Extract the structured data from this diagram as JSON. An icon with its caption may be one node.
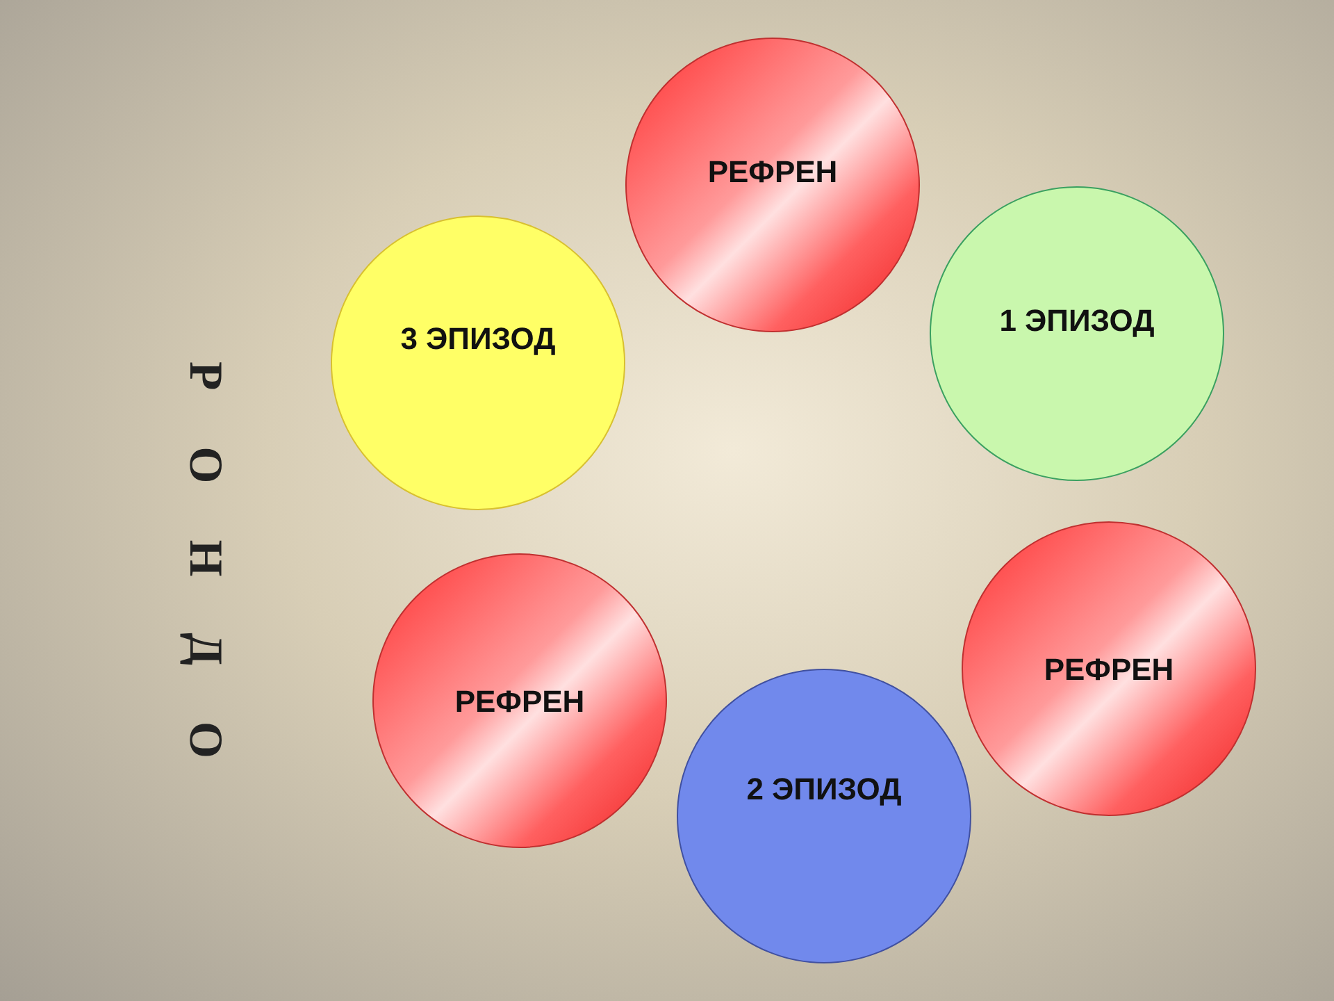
{
  "diagram": {
    "title": "Р О Н Д О",
    "nodes": [
      {
        "text": [
          "РЕФРЕН"
        ]
      },
      {
        "text": [
          "1 ЭПИЗОД"
        ]
      },
      {
        "text": [
          "РЕФРЕН"
        ]
      },
      {
        "text": [
          "2 ЭПИЗОД"
        ]
      },
      {
        "text": [
          "РЕФРЕН"
        ]
      },
      {
        "text": [
          "3 ЭПИЗОД"
        ]
      }
    ]
  }
}
